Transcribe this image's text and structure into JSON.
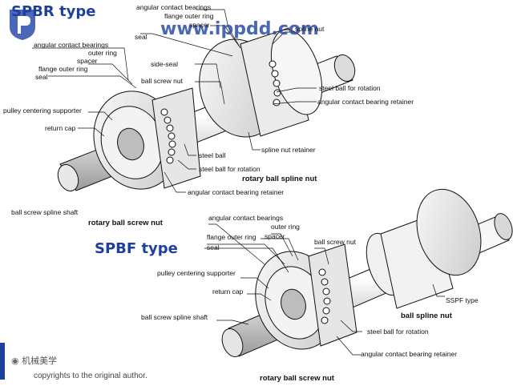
{
  "watermark": {
    "logo_icon": "p-shield-logo-icon",
    "url_text": "www.ippdd.com"
  },
  "top": {
    "title": "SPBR type",
    "labels": {
      "acb_top": "angular contact bearings",
      "flange_outer_ring_top": "flange outer ring",
      "spacer_top": "spacer",
      "seal_top": "seal",
      "spline_nut": "spline nut",
      "acb_left": "angular contact bearings",
      "outer_ring_left": "outer ring",
      "spacer_left": "spacer",
      "flange_outer_ring_left": "flange outer ring",
      "seal_left": "seal",
      "side_seal": "side-seal",
      "ball_screw_nut": "ball screw nut",
      "steel_ball_rotation_r": "steel ball for rotation",
      "acb_retainer_r": "angular contact bearing retainer",
      "pulley_centering": "pulley centering supporter",
      "return_cap": "return cap",
      "spline_nut_retainer": "spline nut retainer",
      "steel_ball": "steel ball",
      "steel_ball_rotation_b": "steel ball for rotation",
      "acb_retainer_b": "angular contact bearing retainer",
      "shaft": "ball screw spline shaft",
      "rot_spline_nut": "rotary ball spline nut",
      "rot_screw_nut": "rotary ball screw nut"
    }
  },
  "bottom": {
    "title": "SPBF type",
    "labels": {
      "acb": "angular contact bearings",
      "outer_ring": "outer ring",
      "flange_outer_ring": "flange outer ring",
      "spacer": "spacer",
      "seal": "seal",
      "ball_screw_nut": "ball screw nut",
      "pulley_centering": "pulley centering supporter",
      "return_cap": "return cap",
      "shaft": "ball screw spline shaft",
      "sspf_type": "SSPF type",
      "ball_spline_nut": "ball spline nut",
      "steel_ball_rotation": "steel ball for rotation",
      "acb_retainer": "angular contact bearing retainer",
      "rot_screw_nut": "rotary ball screw nut"
    }
  },
  "footer": {
    "wechat_icon": "wechat-icon",
    "wechat_name": "机械美学",
    "copyright": "copyrights to the original author."
  },
  "colors": {
    "title_blue": "#1f3f9c",
    "line": "#111111"
  }
}
